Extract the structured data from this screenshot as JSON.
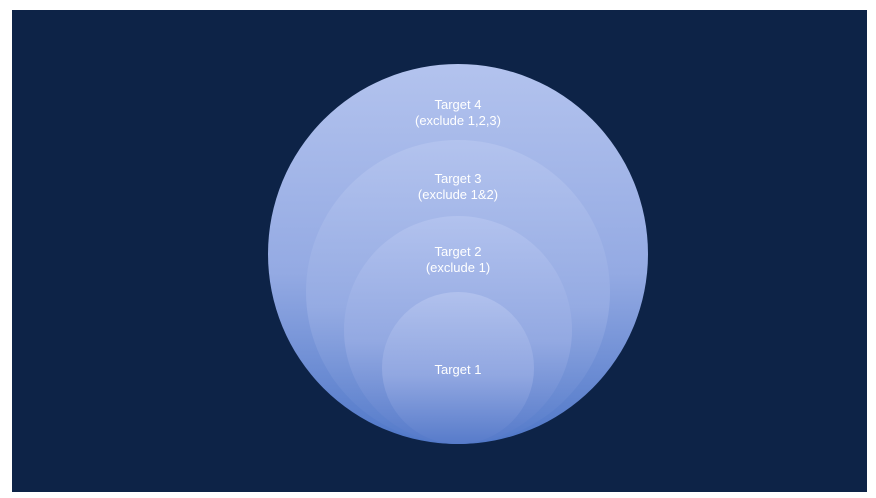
{
  "diagram": {
    "type": "nested-circles",
    "colors": {
      "background": "#0d2347",
      "circle_light": "#b3c3ee",
      "circle_dark": "#4f77c8",
      "text": "#ffffff"
    },
    "circles": [
      {
        "id": "target-4",
        "line1": "Target 4",
        "line2": "(exclude 1,2,3)"
      },
      {
        "id": "target-3",
        "line1": "Target 3",
        "line2": "(exclude 1&2)"
      },
      {
        "id": "target-2",
        "line1": "Target 2",
        "line2": "(exclude 1)"
      },
      {
        "id": "target-1",
        "line1": "Target 1",
        "line2": ""
      }
    ]
  }
}
